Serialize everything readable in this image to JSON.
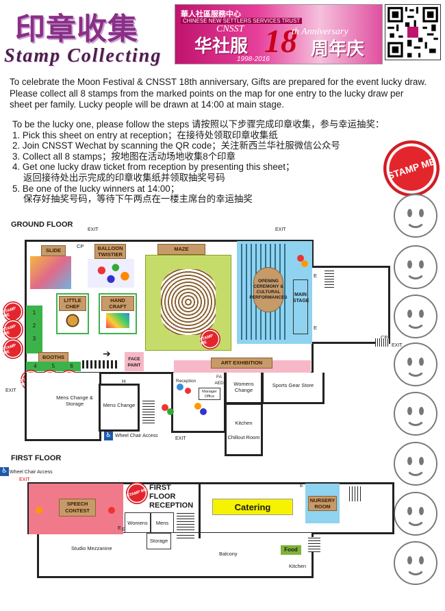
{
  "header": {
    "title_cn": "印章收集",
    "title_en": "Stamp Collecting",
    "banner": {
      "org_cn": "華人社區服務中心",
      "org_en": "CHINESE NEW SETTLERS SERVICES TRUST",
      "cnsst": "CNSST",
      "left_cn": "华社服",
      "number": "18",
      "anniversary": "th Anniversary",
      "right_cn": "周年庆",
      "years": "1998-2016"
    }
  },
  "intro": "To celebrate the Moon Festival & CNSST 18th anniversary, Gifts are prepared for the event lucky draw.  Please collect all 8 stamps from the marked points on the map for one entry to the lucky draw per sheet per family. Lucky people will be drawn at 14:00 at main stage.",
  "steps": {
    "heading": "To be the lucky one, please follow the  steps 请按照以下步骤完成印章收集，参与幸运抽奖：",
    "items": [
      "1. Pick this sheet on entry at reception；在接待处领取印章收集纸",
      "2. Join CNSST Wechat by scanning the QR code；关注新西兰华社服微信公众号",
      "3. Collect all 8 stamps；按地图在活动场地收集8个印章",
      "4. Get one lucky draw ticket from reception by presenting this sheet；",
      "返回接待处出示完成的印章收集纸并领取抽奖号码",
      "5. Be one of the lucky winners at 14:00；",
      "保存好抽奖号码，等待下午两点在一楼主席台的幸运抽奖"
    ]
  },
  "stamp_label": "STAMP ME",
  "ground_floor": {
    "label": "GROUND FLOOR",
    "exit": "EXIT",
    "cp": "CP",
    "e": "E",
    "h": "H",
    "slide": "SLIDE",
    "balloon": "BALLOON TWISTIER",
    "maze": "MAZE",
    "little_chef": "LITTLE CHEF",
    "hand_craft": "HAND CRAFT",
    "opening": "OPENING CEREMONY & CULTURAL PERFORMANCES",
    "main_stage": "MAIN STAGE",
    "booths": "BOOTHS",
    "booth_numbers": [
      "1",
      "2",
      "3",
      "4",
      "5",
      "6"
    ],
    "face_paint": "FACE PAINT",
    "art_exhibition": "ART EXHIBITION",
    "reception": "Reception",
    "fa_aed": "FA AED",
    "manager_office": "Manager Office",
    "womens_change": "Womens Change",
    "sports_gear": "Sports Gear Store",
    "mens_change_storage": "Mens Change & Storage",
    "mens_change": "Mens Change",
    "kitchen": "Kitchen",
    "chillout": "Chillout Room",
    "wheelchair": "Wheel Chair Access"
  },
  "first_floor": {
    "label": "FIRST FLOOR",
    "wheelchair": "Wheel Chair Access",
    "exit": "EXIT",
    "e": "E",
    "speech": "SPEECH CONTEST",
    "reception": "FIRST FLOOR RECEPTION",
    "catering": "Catering",
    "nursery": "NURSERY ROOM",
    "womens": "Womens",
    "mens": "Mens",
    "storage": "Storage",
    "studio": "Studio Mezzanine",
    "balcony": "Balcony",
    "food": "Food",
    "kitchen": "Kitchen"
  },
  "colors": {
    "purple": "#8a2f86",
    "stamp_red": "#e3252c",
    "catering_yellow": "#f6f200",
    "stage_blue": "#8fd3f0",
    "speech_pink": "#f07a8a",
    "booth_green": "#3cb34a"
  }
}
